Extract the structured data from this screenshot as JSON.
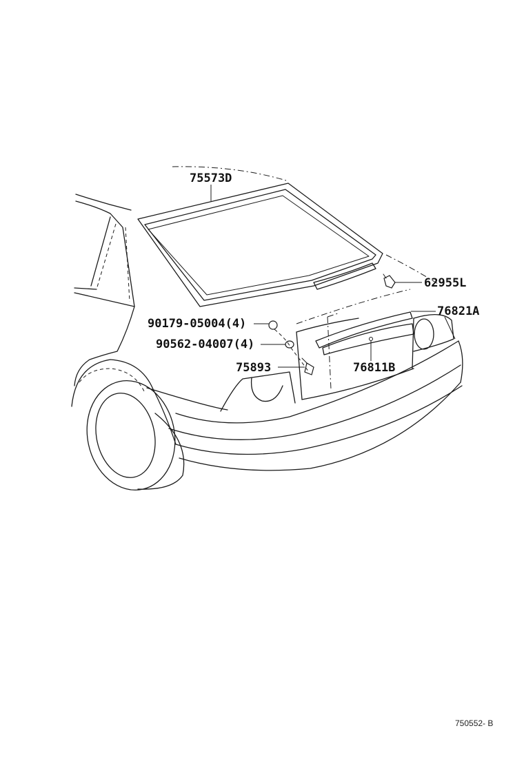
{
  "part_labels": {
    "p75573d": "75573D",
    "p62955l": "62955L",
    "p76821a": "76821A",
    "p90179": "90179-05004(4)",
    "p90562": "90562-04007(4)",
    "p75893": "75893",
    "p76811b": "76811B"
  },
  "diagram_code": "750552- B",
  "colors": {
    "line": "#1a1a1a",
    "background": "#ffffff"
  }
}
